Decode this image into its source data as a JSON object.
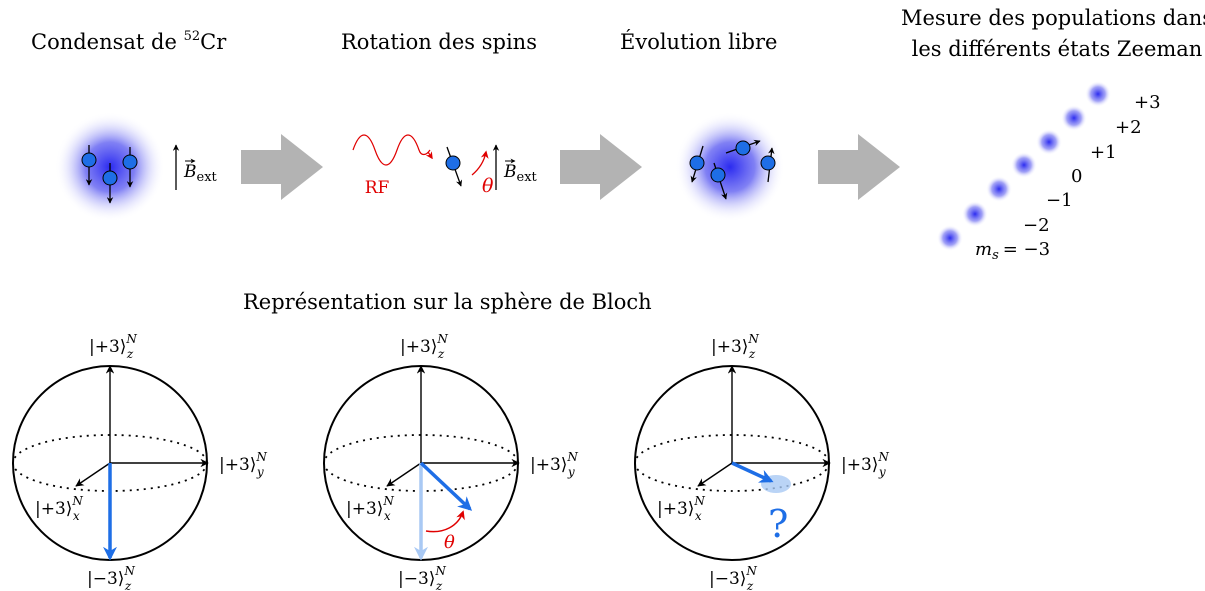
{
  "colors": {
    "spin_blue": "#1e6ee6",
    "cloud_blue": "#2b2bf0",
    "arrow_grey": "#b3b3b3",
    "rf_red": "#e00000",
    "faded_blue": "#a9c9f4"
  },
  "steps": {
    "condensat": {
      "prefix": "Condensat de ",
      "isotope": "52",
      "element": "Cr"
    },
    "rotation": "Rotation des spins",
    "evolution": "Évolution libre",
    "mesure_line1": "Mesure des populations dans",
    "mesure_line2": "les différents états Zeeman"
  },
  "field": {
    "B": "B",
    "sub": "ext"
  },
  "rf_label": "RF",
  "theta": "θ",
  "question_mark": "?",
  "zeeman": {
    "levels": [
      "+3",
      "+2",
      "+1",
      "0",
      "−1",
      "−2"
    ],
    "ms_label": "m",
    "ms_sub": "s",
    "ms_value": "= −3"
  },
  "bloch": {
    "title": "Représentation sur la sphère de Bloch",
    "ket_prefix": "|+3⟩",
    "ket_down_prefix": "|−3⟩",
    "axis_z": "z",
    "axis_y": "y",
    "axis_x": "x",
    "power": "N"
  }
}
